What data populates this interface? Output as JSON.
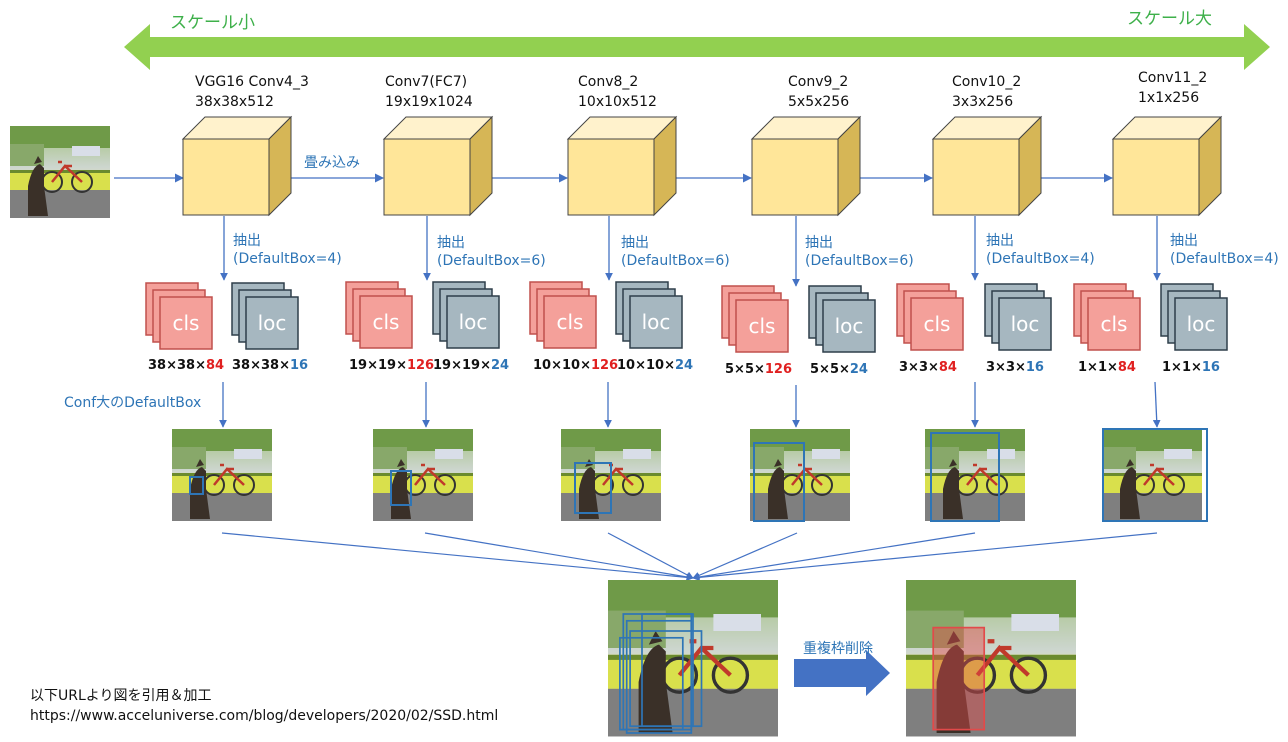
{
  "scale": {
    "small_label": "スケール小",
    "large_label": "スケール大",
    "arrow_color": "#92d050"
  },
  "stages": [
    {
      "name": "VGG16 Conv4_3",
      "dims": "38x38x512",
      "extract": "抽出",
      "default_box": "(DefaultBox=4)",
      "cls_dim": "38×38×",
      "cls_ch": "84",
      "loc_dim": "38×38×",
      "loc_ch": "16",
      "conf_box": "small"
    },
    {
      "name": "Conv7(FC7)",
      "dims": "19x19x1024",
      "extract": "抽出",
      "default_box": "(DefaultBox=6)",
      "cls_dim": "19×19×",
      "cls_ch": "126",
      "loc_dim": "19×19×",
      "loc_ch": "24",
      "conf_box": "medium-small"
    },
    {
      "name": "Conv8_2",
      "dims": "10x10x512",
      "extract": "抽出",
      "default_box": "(DefaultBox=6)",
      "cls_dim": "10×10×",
      "cls_ch": "126",
      "loc_dim": "10×10×",
      "loc_ch": "24",
      "conf_box": "medium"
    },
    {
      "name": "Conv9_2",
      "dims": "5x5x256",
      "extract": "抽出",
      "default_box": "(DefaultBox=6)",
      "cls_dim": "5×5×",
      "cls_ch": "126",
      "loc_dim": "5×5×",
      "loc_ch": "24",
      "conf_box": "large"
    },
    {
      "name": "Conv10_2",
      "dims": "3x3x256",
      "extract": "抽出",
      "default_box": "(DefaultBox=4)",
      "cls_dim": "3×3×",
      "cls_ch": "84",
      "loc_dim": "3×3×",
      "loc_ch": "16",
      "conf_box": "larger"
    },
    {
      "name": "Conv11_2",
      "dims": "1x1x256",
      "extract": "抽出",
      "default_box": "(DefaultBox=4)",
      "cls_dim": "1×1×",
      "cls_ch": "84",
      "loc_dim": "1×1×",
      "loc_ch": "16",
      "conf_box": "full"
    }
  ],
  "conv_label": "畳み込み",
  "cls_text": "cls",
  "loc_text": "loc",
  "conf_label": "Conf大のDefaultBox",
  "nms_label": "重複枠削除",
  "footer": {
    "line1": "以下URLより図を引用＆加工",
    "line2": "https://www.acceluniverse.com/blog/developers/2020/02/SSD.html"
  },
  "colors": {
    "cube_front": "#ffe699",
    "cube_top": "#fff2cc",
    "cube_side": "#d6b656",
    "cls_fill": "#f4a09a",
    "cls_stroke": "#c0504d",
    "loc_fill": "#a6b7c0",
    "loc_stroke": "#2f3f4a",
    "arrow_blue": "#4472c4",
    "box_blue": "#2e75b6",
    "ch_red": "#e02020",
    "ch_blue": "#2e75b6",
    "result_red": "#e24a4a"
  }
}
